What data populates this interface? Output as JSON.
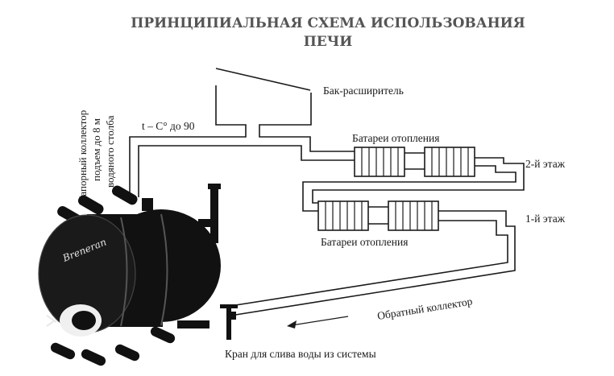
{
  "title": {
    "line1": "ПРИНЦИПИАЛЬНАЯ СХЕМА ИСПОЛЬЗОВАНИЯ",
    "line2": "ПЕЧИ"
  },
  "labels": {
    "expansion_tank": "Бак-расширитель",
    "temperature": "t – C° до 90",
    "radiators_upper": "Батареи отопления",
    "radiators_lower": "Батареи отопления",
    "floor_2": "2-й этаж",
    "floor_1": "1-й этаж",
    "return_collector": "Обратный коллектор",
    "drain_valve": "Кран для слива воды из системы",
    "pressure_collector": [
      "Напорный коллектор",
      "подъем до 8 м",
      "водяного столба"
    ],
    "stove_brand": "Breneran"
  }
}
